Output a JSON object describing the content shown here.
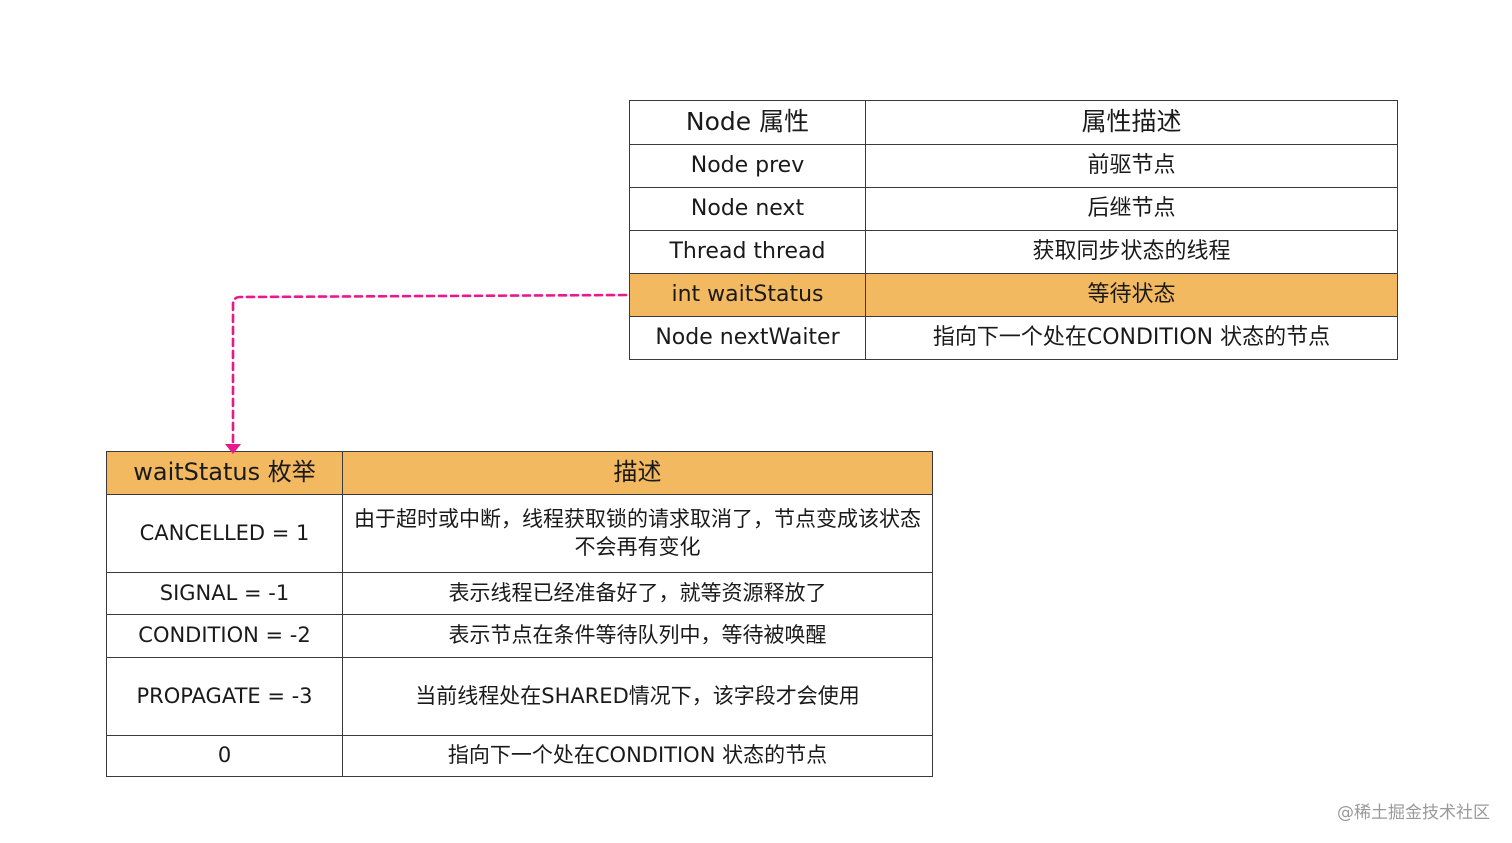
{
  "node_table": {
    "headers": [
      "Node 属性",
      "属性描述"
    ],
    "rows": [
      {
        "attr": "Node prev",
        "desc": "前驱节点"
      },
      {
        "attr": "Node next",
        "desc": "后继节点"
      },
      {
        "attr": "Thread thread",
        "desc": "获取同步状态的线程"
      },
      {
        "attr": "int waitStatus",
        "desc": "等待状态"
      },
      {
        "attr": "Node nextWaiter",
        "desc": "指向下一个处在CONDITION 状态的节点"
      }
    ]
  },
  "wait_status_table": {
    "headers": [
      "waitStatus 枚举",
      "描述"
    ],
    "rows": [
      {
        "enum": "CANCELLED = 1",
        "desc": "由于超时或中断，线程获取锁的请求取消了，节点变成该状态不会再有变化"
      },
      {
        "enum": "SIGNAL = -1",
        "desc": "表示线程已经准备好了，就等资源释放了"
      },
      {
        "enum": "CONDITION = -2",
        "desc": "表示节点在条件等待队列中，等待被唤醒"
      },
      {
        "enum": "PROPAGATE = -3",
        "desc": "当前线程处在SHARED情况下，该字段才会使用"
      },
      {
        "enum": "0",
        "desc": "指向下一个处在CONDITION 状态的节点"
      }
    ]
  },
  "colors": {
    "highlight": "#f3b961",
    "connector": "#e8198b",
    "border": "#3a3a3a"
  },
  "watermark": "@稀土掘金技术社区"
}
